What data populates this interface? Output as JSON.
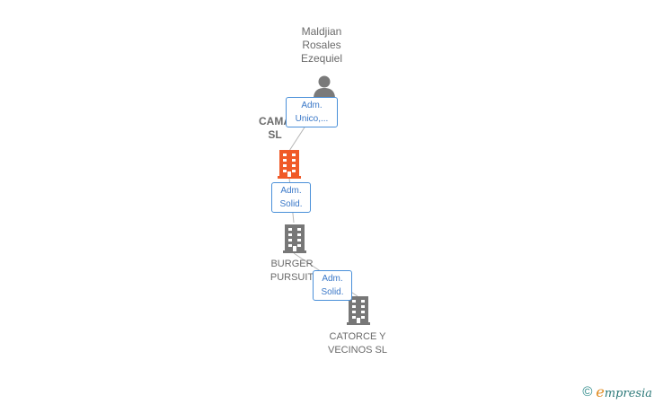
{
  "person": {
    "name": "Maldjian\nRosales\nEzequiel",
    "icon": "person-icon"
  },
  "companies": [
    {
      "label": "CAMA\nSL",
      "icon": "building-icon",
      "color": "#f05a28"
    },
    {
      "label": "BURGER\nPURSUIT",
      "icon": "building-icon",
      "color": "#777777"
    },
    {
      "label": "CATORCE Y\nVECINOS  SL",
      "icon": "building-icon",
      "color": "#777777"
    }
  ],
  "roles": [
    {
      "label": "Adm.\nUnico,..."
    },
    {
      "label": "Adm.\nSolid."
    },
    {
      "label": "Adm.\nSolid."
    }
  ],
  "footer": {
    "copyright": "©",
    "brand_first": "e",
    "brand_rest": "mpresia"
  },
  "colors": {
    "accent_orange": "#f05a28",
    "node_gray": "#777777",
    "role_blue": "#4a90d9",
    "brand_teal": "#2d8a8a"
  }
}
